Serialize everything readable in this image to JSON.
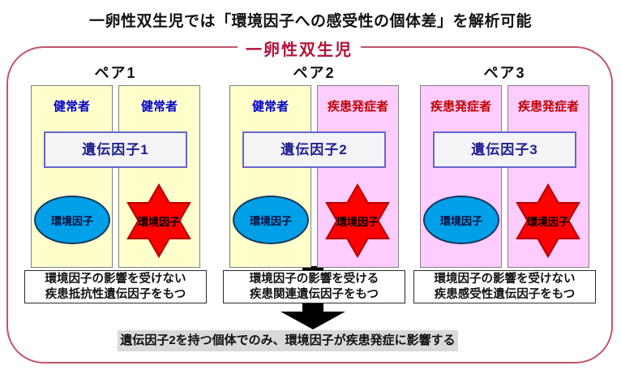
{
  "title": "一卵性双生児では「環境因子への感受性の個体差」を解析可能",
  "frame": {
    "label": "一卵性双生児"
  },
  "env_factor_label": "環境因子",
  "pairs": [
    {
      "header": "ペア1",
      "left_twin": {
        "status": "健常者",
        "type": "healthy",
        "env_shape": "blue-ellipse"
      },
      "right_twin": {
        "status": "健常者",
        "type": "healthy",
        "env_shape": "red-star"
      },
      "gene_label": "遺伝因子1",
      "caption_line1": "環境因子の影響を受けない",
      "caption_line2": "疾患抵抗性遺伝因子をもつ"
    },
    {
      "header": "ペア2",
      "left_twin": {
        "status": "健常者",
        "type": "healthy",
        "env_shape": "blue-ellipse"
      },
      "right_twin": {
        "status": "疾患発症者",
        "type": "affected",
        "env_shape": "red-star"
      },
      "gene_label": "遺伝因子2",
      "caption_line1": "環境因子の影響を受ける",
      "caption_line2": "疾患関連遺伝因子をもつ"
    },
    {
      "header": "ペア3",
      "left_twin": {
        "status": "疾患発症者",
        "type": "affected",
        "env_shape": "blue-ellipse"
      },
      "right_twin": {
        "status": "疾患発症者",
        "type": "affected",
        "env_shape": "red-star"
      },
      "gene_label": "遺伝因子3",
      "caption_line1": "環境因子の影響を受けない",
      "caption_line2": "疾患感受性遺伝因子をもつ"
    }
  ],
  "conclusion": "遺伝因子2を持つ個体でのみ、環境因子が疾患発症に影響する",
  "colors": {
    "healthy_status_text": "#0000CC",
    "affected_status_text": "#C00000",
    "healthy_column_fill": "#FFFFCC",
    "affected_column_fill": "#FFCCFF",
    "gene_box_fill": "#F4F4F7",
    "gene_box_border": "#6666CC",
    "gene_text": "#1F1F8F",
    "env_ellipse_fill": "#00A0E8",
    "env_star_fill": "#FF0000",
    "env_star_border": "#B00000",
    "frame_border": "#C25468",
    "frame_label_text": "#B01238",
    "conclusion_bg": "#D9D9D9",
    "arrow": "#000000"
  }
}
